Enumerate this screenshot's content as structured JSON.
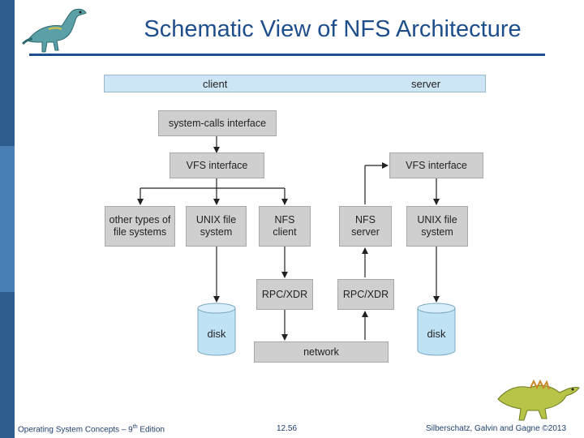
{
  "slide": {
    "title": "Schematic View of NFS Architecture",
    "colors": {
      "title": "#1f4e8c",
      "sidebar_dark": "#2e5d8e",
      "sidebar_light": "#4a7fb5",
      "box_fill": "#cfcfcf",
      "band_fill": "#cde6f5",
      "disk_fill": "#bfe2f5"
    }
  },
  "diagram": {
    "band": {
      "client_label": "client",
      "server_label": "server"
    },
    "boxes": {
      "syscalls": "system-calls interface",
      "vfs_client": "VFS interface",
      "vfs_server": "VFS interface",
      "other_fs": "other types of\nfile systems",
      "unix_fs_client": "UNIX file\nsystem",
      "nfs_client": "NFS\nclient",
      "nfs_server": "NFS\nserver",
      "unix_fs_server": "UNIX file\nsystem",
      "rpc_client": "RPC/XDR",
      "rpc_server": "RPC/XDR",
      "network": "network"
    },
    "disks": {
      "client": "disk",
      "server": "disk"
    }
  },
  "footer": {
    "left_prefix": "Operating System Concepts – 9",
    "left_sup": "th",
    "left_suffix": " Edition",
    "center": "12.56",
    "right": "Silberschatz, Galvin and Gagne ©2013"
  }
}
